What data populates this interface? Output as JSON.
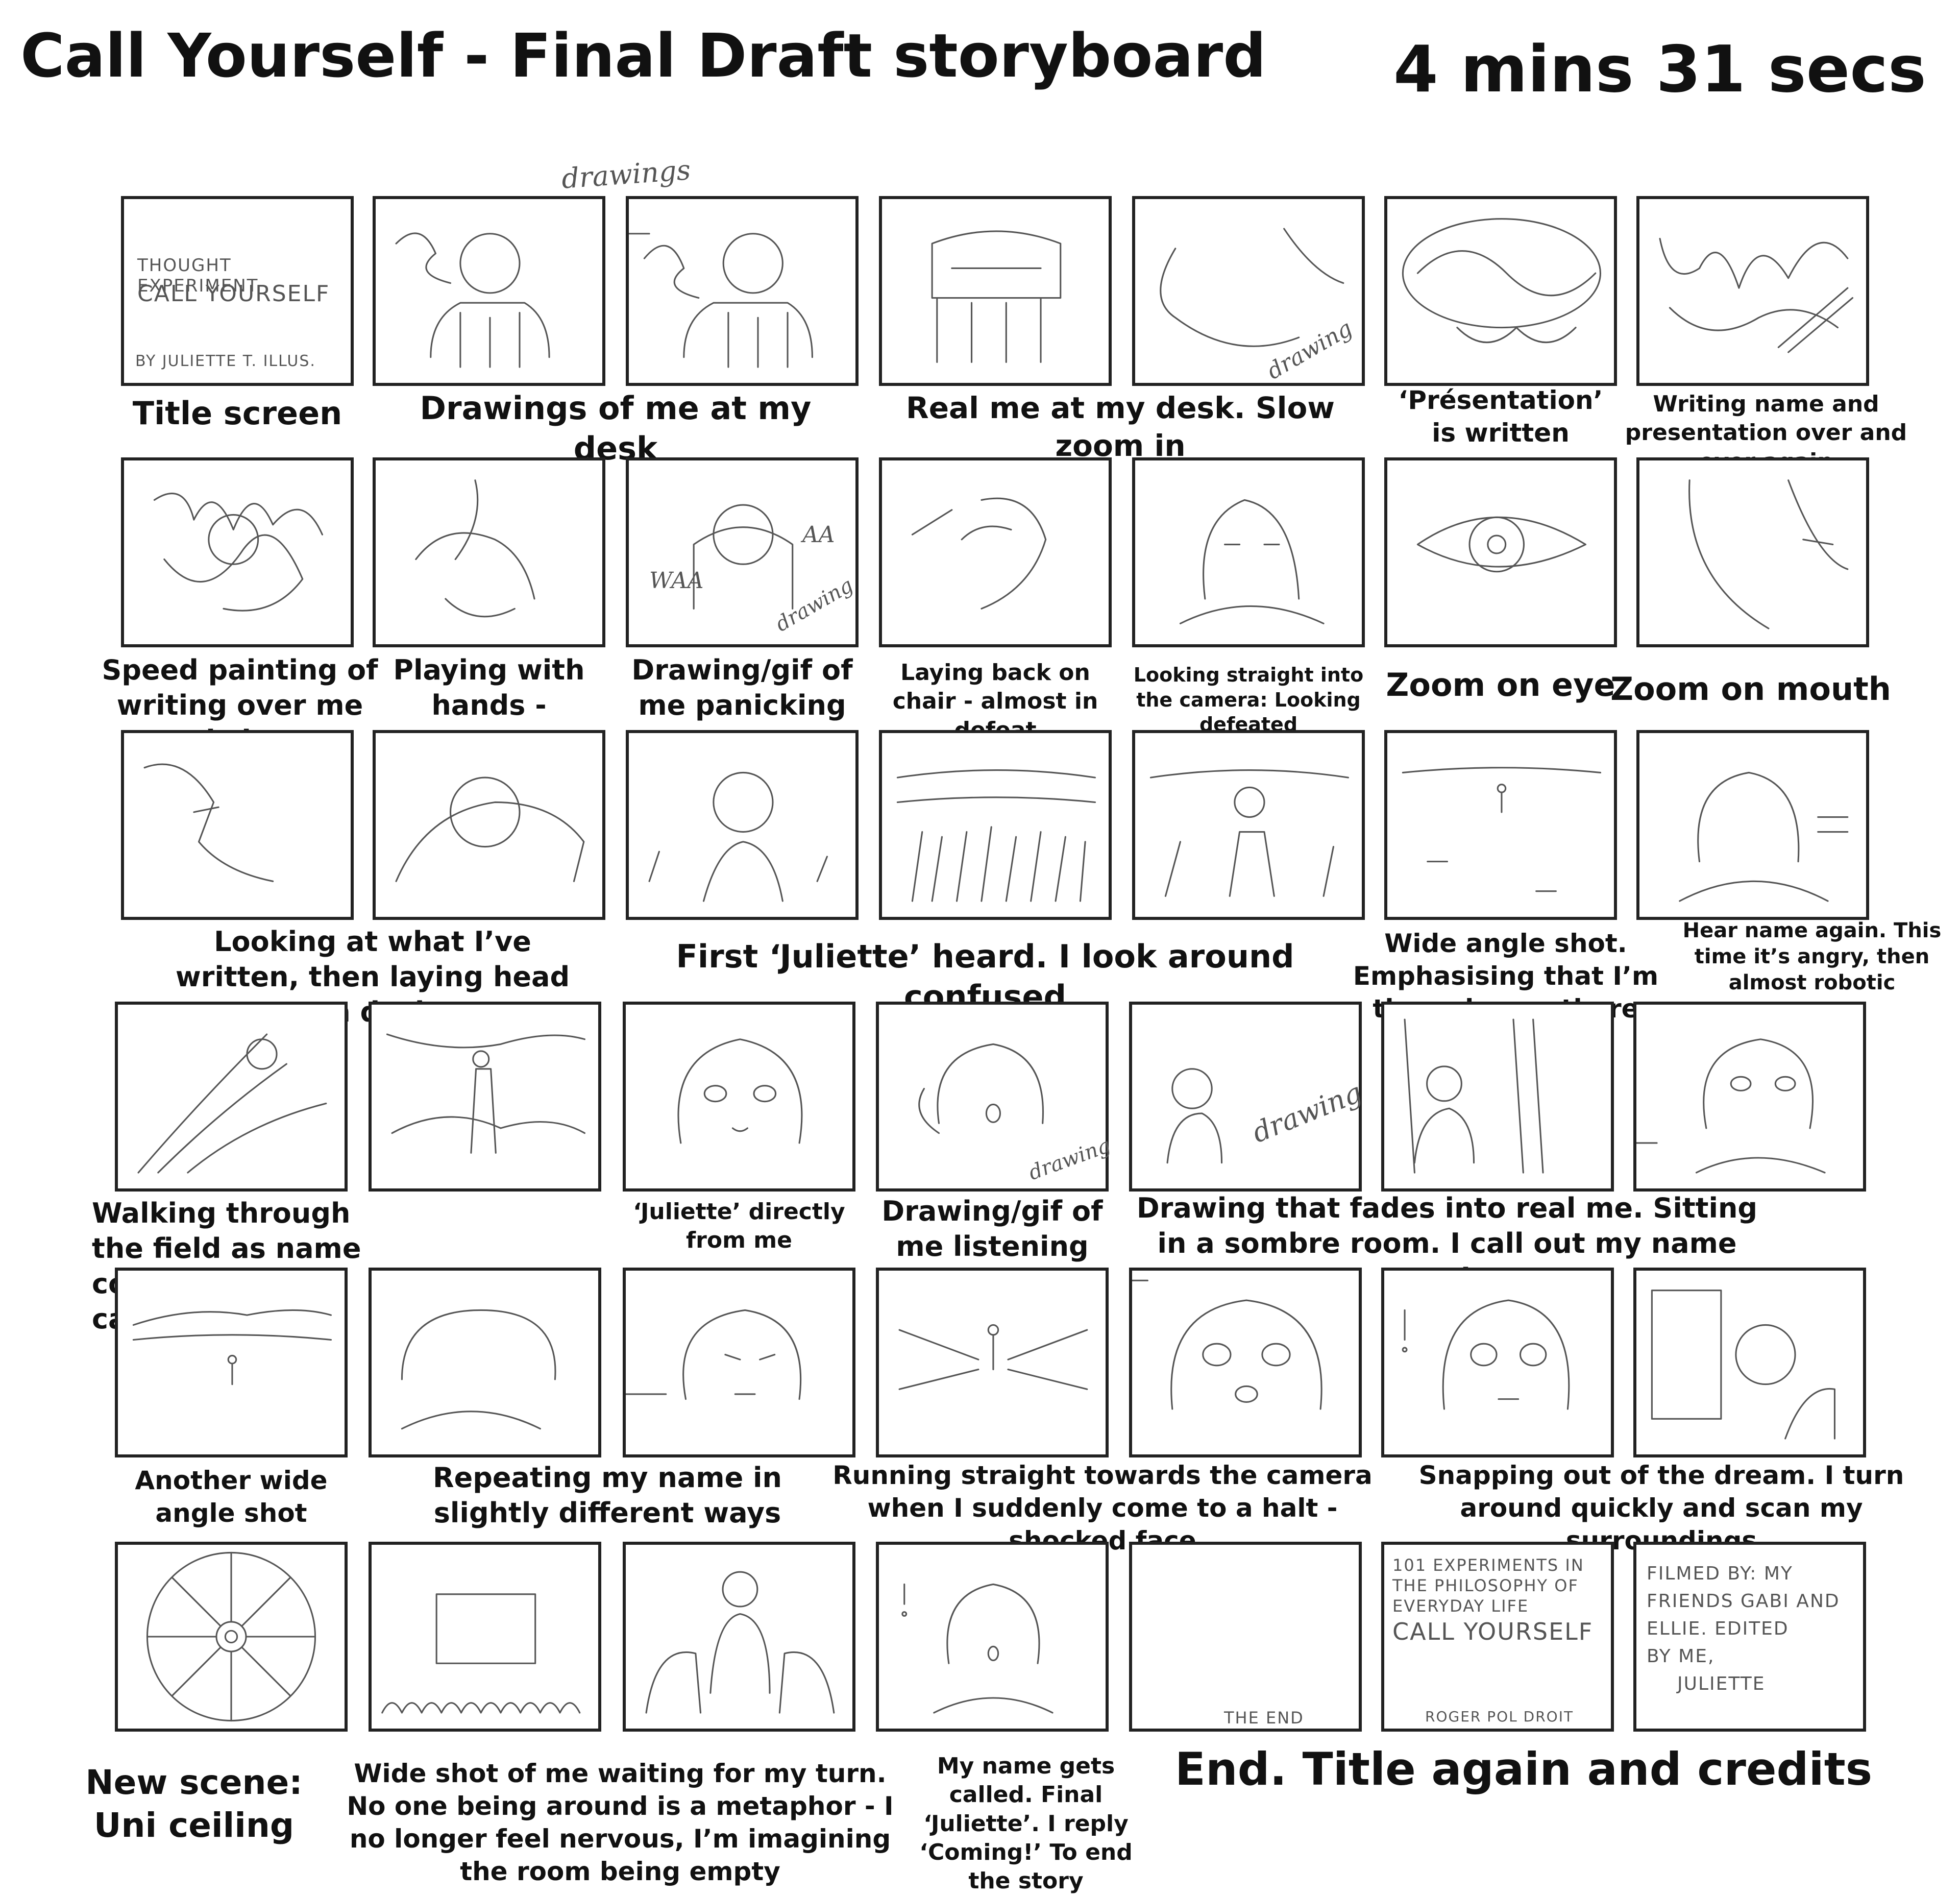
{
  "header": {
    "title": "Call Yourself - Final Draft storyboard",
    "duration": "4 mins 31 secs"
  },
  "frame_text": {
    "title_card_line1": "THOUGHT EXPERIMENT",
    "title_card_line2": "CALL YOURSELF",
    "title_card_line3": "BY JULIETTE T. ILLUS.",
    "drawings_note": "drawings",
    "drawing_note": "drawing",
    "panic_waa": "WAA",
    "panic_aa": "AA",
    "the_end": "THE END",
    "book_line1": "101 EXPERIMENTS IN",
    "book_line2": "THE PHILOSOPHY OF",
    "book_line3": "EVERYDAY LIFE",
    "book_line4": "CALL YOURSELF",
    "book_author": "ROGER POL DROIT",
    "credits_line1": "FILMED BY: MY",
    "credits_line2": "FRIENDS GABI AND",
    "credits_line3": "ELLIE. EDITED",
    "credits_line4": "BY ME,",
    "credits_line5": "JULIETTE"
  },
  "captions": {
    "r1_1": "Title screen",
    "r1_2": "Drawings of me at my desk",
    "r1_3": "Real me at my desk. Slow zoom in",
    "r1_4": "‘Présentation’ is written",
    "r1_5": "Writing name and presentation over and over again",
    "r2_1": "Speed painting of writing over me sitting",
    "r2_2": "Playing with hands - nervous",
    "r2_3": "Drawing/gif of me panicking",
    "r2_4": "Laying back on chair - almost in defeat",
    "r2_5": "Looking straight into the camera: Looking defeated",
    "r2_6": "Zoom on eye",
    "r2_7": "Zoom on mouth",
    "r3_1": "Looking at what I’ve written, then laying head on desk",
    "r3_2": "First ‘Juliette’ heard. I look around confused",
    "r3_3": "Wide angle shot. Emphasising that I’m the only one there",
    "r3_4": "Hear name again. This time it’s angry, then almost robotic",
    "r4_1": "Walking through the field as name continues to be called",
    "r4_2": "‘Juliette’ directly from me",
    "r4_3": "Drawing/gif of me listening",
    "r4_4": "Drawing that fades into real me. Sitting in a sombre room. I call out my name again",
    "r5_1": "Another wide angle shot",
    "r5_2": "Repeating my name in slightly different ways",
    "r5_3": "Running straight towards the camera when I suddenly come to a halt - shocked face",
    "r5_4": "Snapping out of the dream. I turn around quickly and scan my surroundings",
    "r6_1": "New scene: Uni ceiling",
    "r6_2": "Wide shot of me waiting for my turn. No one being around is a metaphor - I no longer feel nervous, I’m imagining the room being empty",
    "r6_3": "My name gets called. Final ‘Juliette’. I reply ‘Coming!’ To end the story",
    "r6_4": "End. Title again and credits"
  }
}
